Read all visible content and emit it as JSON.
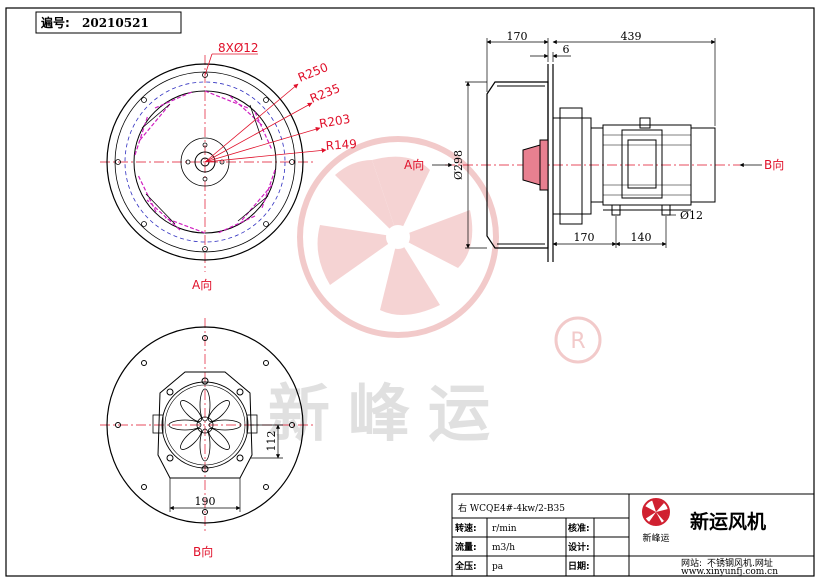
{
  "header": {
    "label": "遍号:",
    "number": "20210521"
  },
  "watermark": {
    "brand_text": "新峰运",
    "registered": "R"
  },
  "front_view": {
    "holes_label": "8XØ12",
    "radii": [
      "R250",
      "R235",
      "R203",
      "R149"
    ],
    "view_label": "A向"
  },
  "side_view": {
    "dim_170_top": "170",
    "dim_6": "6",
    "dim_439": "439",
    "dim_298": "Ø298",
    "dim_170_bottom": "170",
    "dim_140": "140",
    "dim_12": "Ø12",
    "label_a": "A向",
    "label_b": "B向"
  },
  "back_view": {
    "dim_112": "112",
    "dim_190": "190",
    "view_label": "B向"
  },
  "title_block": {
    "model": "右  WCQE4#-4kw/2-B35",
    "rows": [
      {
        "label": "转速:",
        "unit": "r/min",
        "right_label": "核准:"
      },
      {
        "label": "流量:",
        "unit": "m3/h",
        "right_label": "设计:"
      },
      {
        "label": "全压:",
        "unit": "pa",
        "right_label": "日期:"
      }
    ],
    "logo_sub": "新峰运",
    "company": "新运风机",
    "website_label": "网站:",
    "website_text": "不锈钢风机.网址",
    "url": "www.xinyunfj.com.cn"
  },
  "colors": {
    "line": "#000000",
    "dimension_red": "#e0102a",
    "watermark": "#f2c8c8",
    "blade_magenta": "#d020c0",
    "dash_blue": "#3030c0"
  }
}
